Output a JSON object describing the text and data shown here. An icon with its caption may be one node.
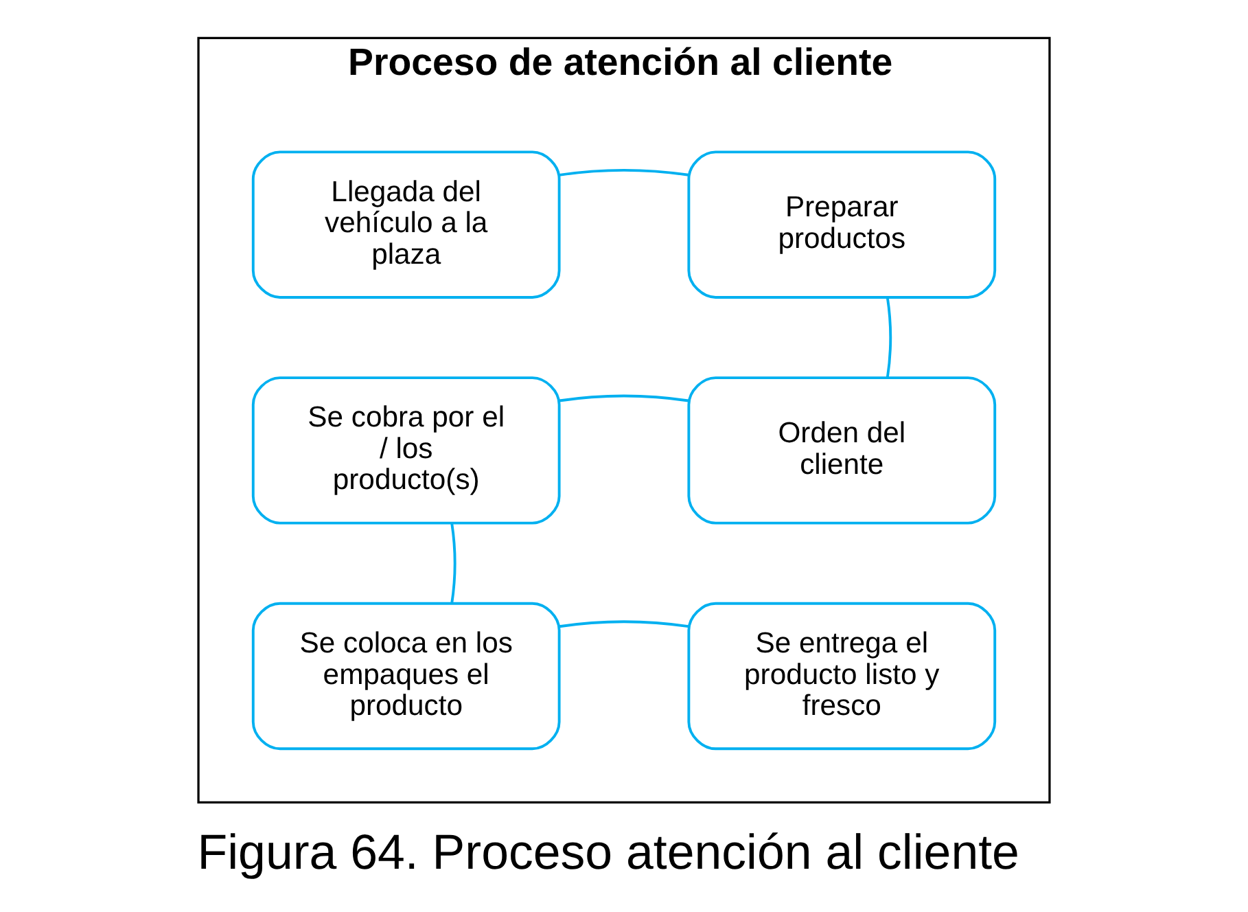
{
  "diagram": {
    "caption": "Figura 64. Proceso atención al cliente",
    "nodes": [
      {
        "text": [
          "Proceso de atención al cliente"
        ]
      },
      {
        "text": [
          "Llegada del vehículo a la plaza"
        ],
        "in": 0
      },
      {
        "text": [
          "Preparar productos"
        ],
        "in": 0
      },
      {
        "text": [
          "Se cobra por el / los producto(s)"
        ],
        "in": 0
      },
      {
        "text": [
          "Orden del cliente"
        ],
        "in": 0
      },
      {
        "text": [
          "Se coloca en los empaques el producto"
        ],
        "in": 0
      },
      {
        "text": [
          "Se entrega el producto listo y fresco"
        ],
        "in": 0
      }
    ],
    "edges": [
      {
        "from": 1,
        "to": 2,
        "arrow": "none"
      },
      {
        "from": 2,
        "to": 4,
        "arrow": "none"
      },
      {
        "from": 4,
        "to": 3,
        "arrow": "none"
      },
      {
        "from": 3,
        "to": 5,
        "arrow": "none"
      },
      {
        "from": 5,
        "to": 6,
        "arrow": "none"
      }
    ]
  }
}
